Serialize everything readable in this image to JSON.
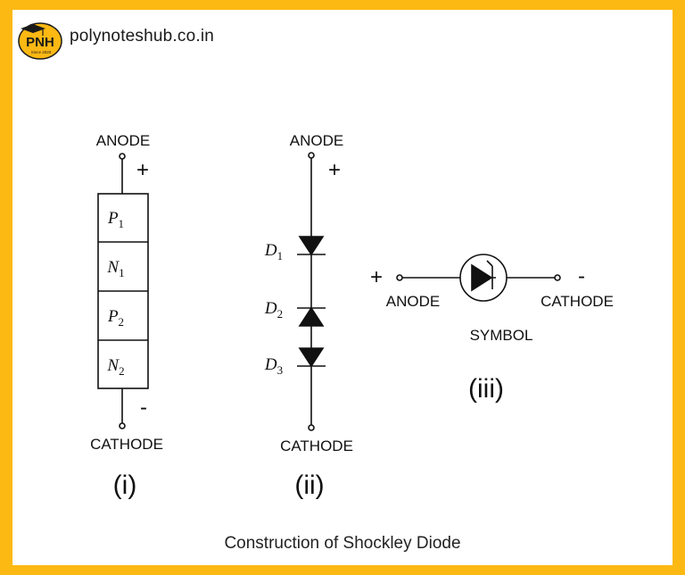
{
  "site": {
    "logo_text": "PNH",
    "logo_tagline": "Since 2020",
    "url": "polynoteshub.co.in",
    "brand_color": "#fcb813"
  },
  "diagram_i": {
    "top_label": "ANODE",
    "bottom_label": "CATHODE",
    "plus": "+",
    "minus": "-",
    "layers": [
      {
        "letter": "P",
        "sub": "1"
      },
      {
        "letter": "N",
        "sub": "1"
      },
      {
        "letter": "P",
        "sub": "2"
      },
      {
        "letter": "N",
        "sub": "2"
      }
    ],
    "caption": "(i)"
  },
  "diagram_ii": {
    "top_label": "ANODE",
    "bottom_label": "CATHODE",
    "plus": "+",
    "diodes": [
      {
        "letter": "D",
        "sub": "1"
      },
      {
        "letter": "D",
        "sub": "2"
      },
      {
        "letter": "D",
        "sub": "3"
      }
    ],
    "caption": "(ii)"
  },
  "diagram_iii": {
    "left_label": "ANODE",
    "right_label": "CATHODE",
    "plus": "+",
    "minus": "-",
    "symbol_label": "SYMBOL",
    "caption": "(iii)"
  },
  "footer": {
    "caption": "Construction of Shockley Diode"
  }
}
